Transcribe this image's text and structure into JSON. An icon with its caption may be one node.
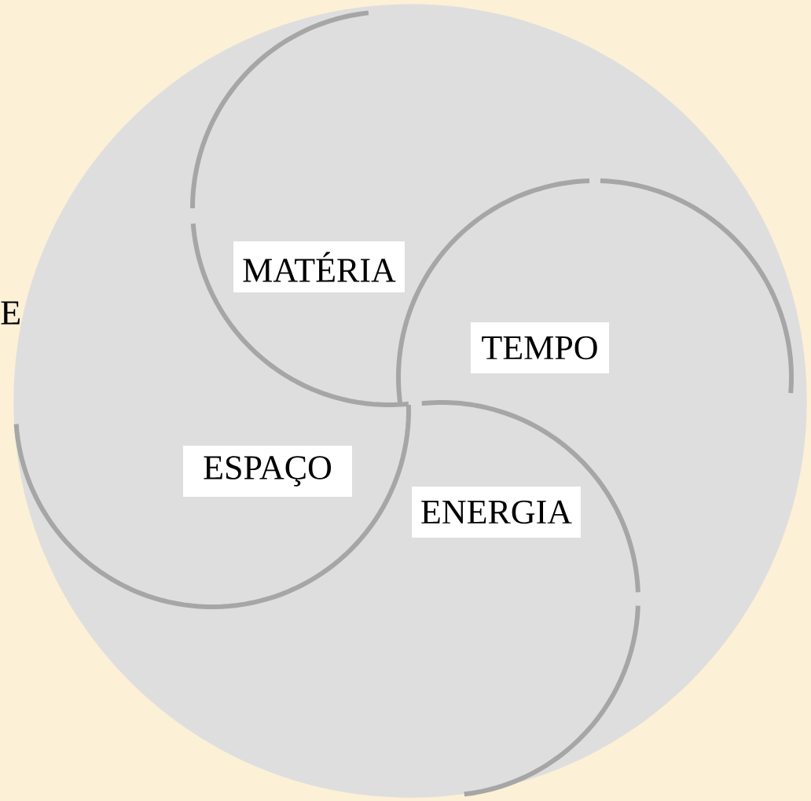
{
  "diagram": {
    "nodes": [
      {
        "text": [],
        "shape": "circle"
      },
      {
        "text": [
          "MATÉRIA"
        ],
        "in": 0
      },
      {
        "text": [
          "TEMPO"
        ],
        "in": 0
      },
      {
        "text": [
          "ESPAÇO"
        ],
        "in": 0
      },
      {
        "text": [
          "ENERGIA"
        ],
        "in": 0
      }
    ],
    "labels": [
      "E"
    ]
  }
}
